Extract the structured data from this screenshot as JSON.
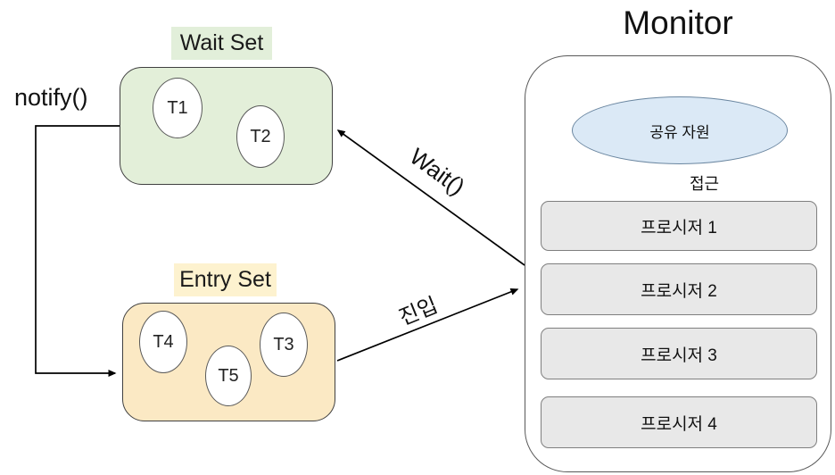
{
  "labels": {
    "notify": "notify()",
    "wait": "Wait()",
    "enter": "진입"
  },
  "wait_set": {
    "label": "Wait Set",
    "threads": [
      "T1",
      "T2"
    ]
  },
  "entry_set": {
    "label": "Entry Set",
    "threads": [
      "T4",
      "T5",
      "T3"
    ]
  },
  "monitor": {
    "title": "Monitor",
    "shared_resource": "공유 자원",
    "access_label": "접근",
    "procedures": [
      "프로시저 1",
      "프로시저 2",
      "프로시저 3",
      "프로시저 4"
    ]
  },
  "colors": {
    "wait_set_fill": "#e3efd9",
    "wait_label_fill": "#e2efda",
    "entry_set_fill": "#fbe9c4",
    "entry_label_fill": "#fdf2cf",
    "resource_fill": "#dbe9f6",
    "procedure_fill": "#e8e8e8",
    "line": "#000000"
  }
}
